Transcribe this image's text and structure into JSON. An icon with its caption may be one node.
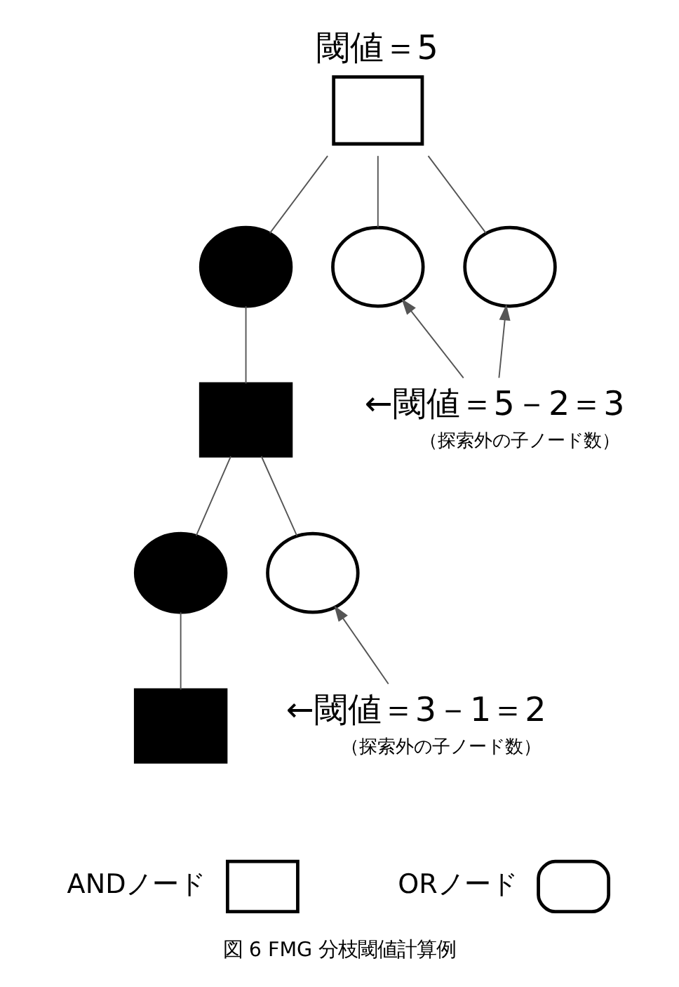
{
  "diagram": {
    "caption": "図 6 FMG 分枝閾値計算例",
    "nodes": [
      {
        "text": [
          "閾値＝5"
        ]
      },
      {
        "text": [],
        "shape": "circle"
      },
      {
        "text": [],
        "shape": "circle"
      },
      {
        "text": [],
        "shape": "circle"
      },
      {
        "text": [],
        "shape": "box"
      },
      {
        "text": [
          "←閾値＝5－2＝3",
          "（探索外の子ノード数）"
        ]
      },
      {
        "text": [],
        "shape": "circle"
      },
      {
        "text": [],
        "shape": "circle"
      },
      {
        "text": [],
        "shape": "box"
      },
      {
        "text": [
          "←閾値＝3－1＝2",
          "（探索外の子ノード数）"
        ]
      }
    ],
    "edges": [
      {
        "from": 0,
        "to": 1,
        "arrow": "none"
      },
      {
        "from": 0,
        "to": 2,
        "arrow": "none"
      },
      {
        "from": 0,
        "to": 3,
        "arrow": "none"
      },
      {
        "from": 1,
        "to": 4,
        "arrow": "none"
      },
      {
        "from": 5,
        "to": 2,
        "arrow": "to"
      },
      {
        "from": 5,
        "to": 3,
        "arrow": "to"
      },
      {
        "from": 4,
        "to": 6,
        "arrow": "none"
      },
      {
        "from": 4,
        "to": 7,
        "arrow": "none"
      },
      {
        "from": 6,
        "to": 8,
        "arrow": "none"
      },
      {
        "from": 9,
        "to": 7,
        "arrow": "to"
      }
    ],
    "legend": [
      {
        "text": "ANDノード"
      },
      {
        "text": "ORノード"
      }
    ]
  }
}
